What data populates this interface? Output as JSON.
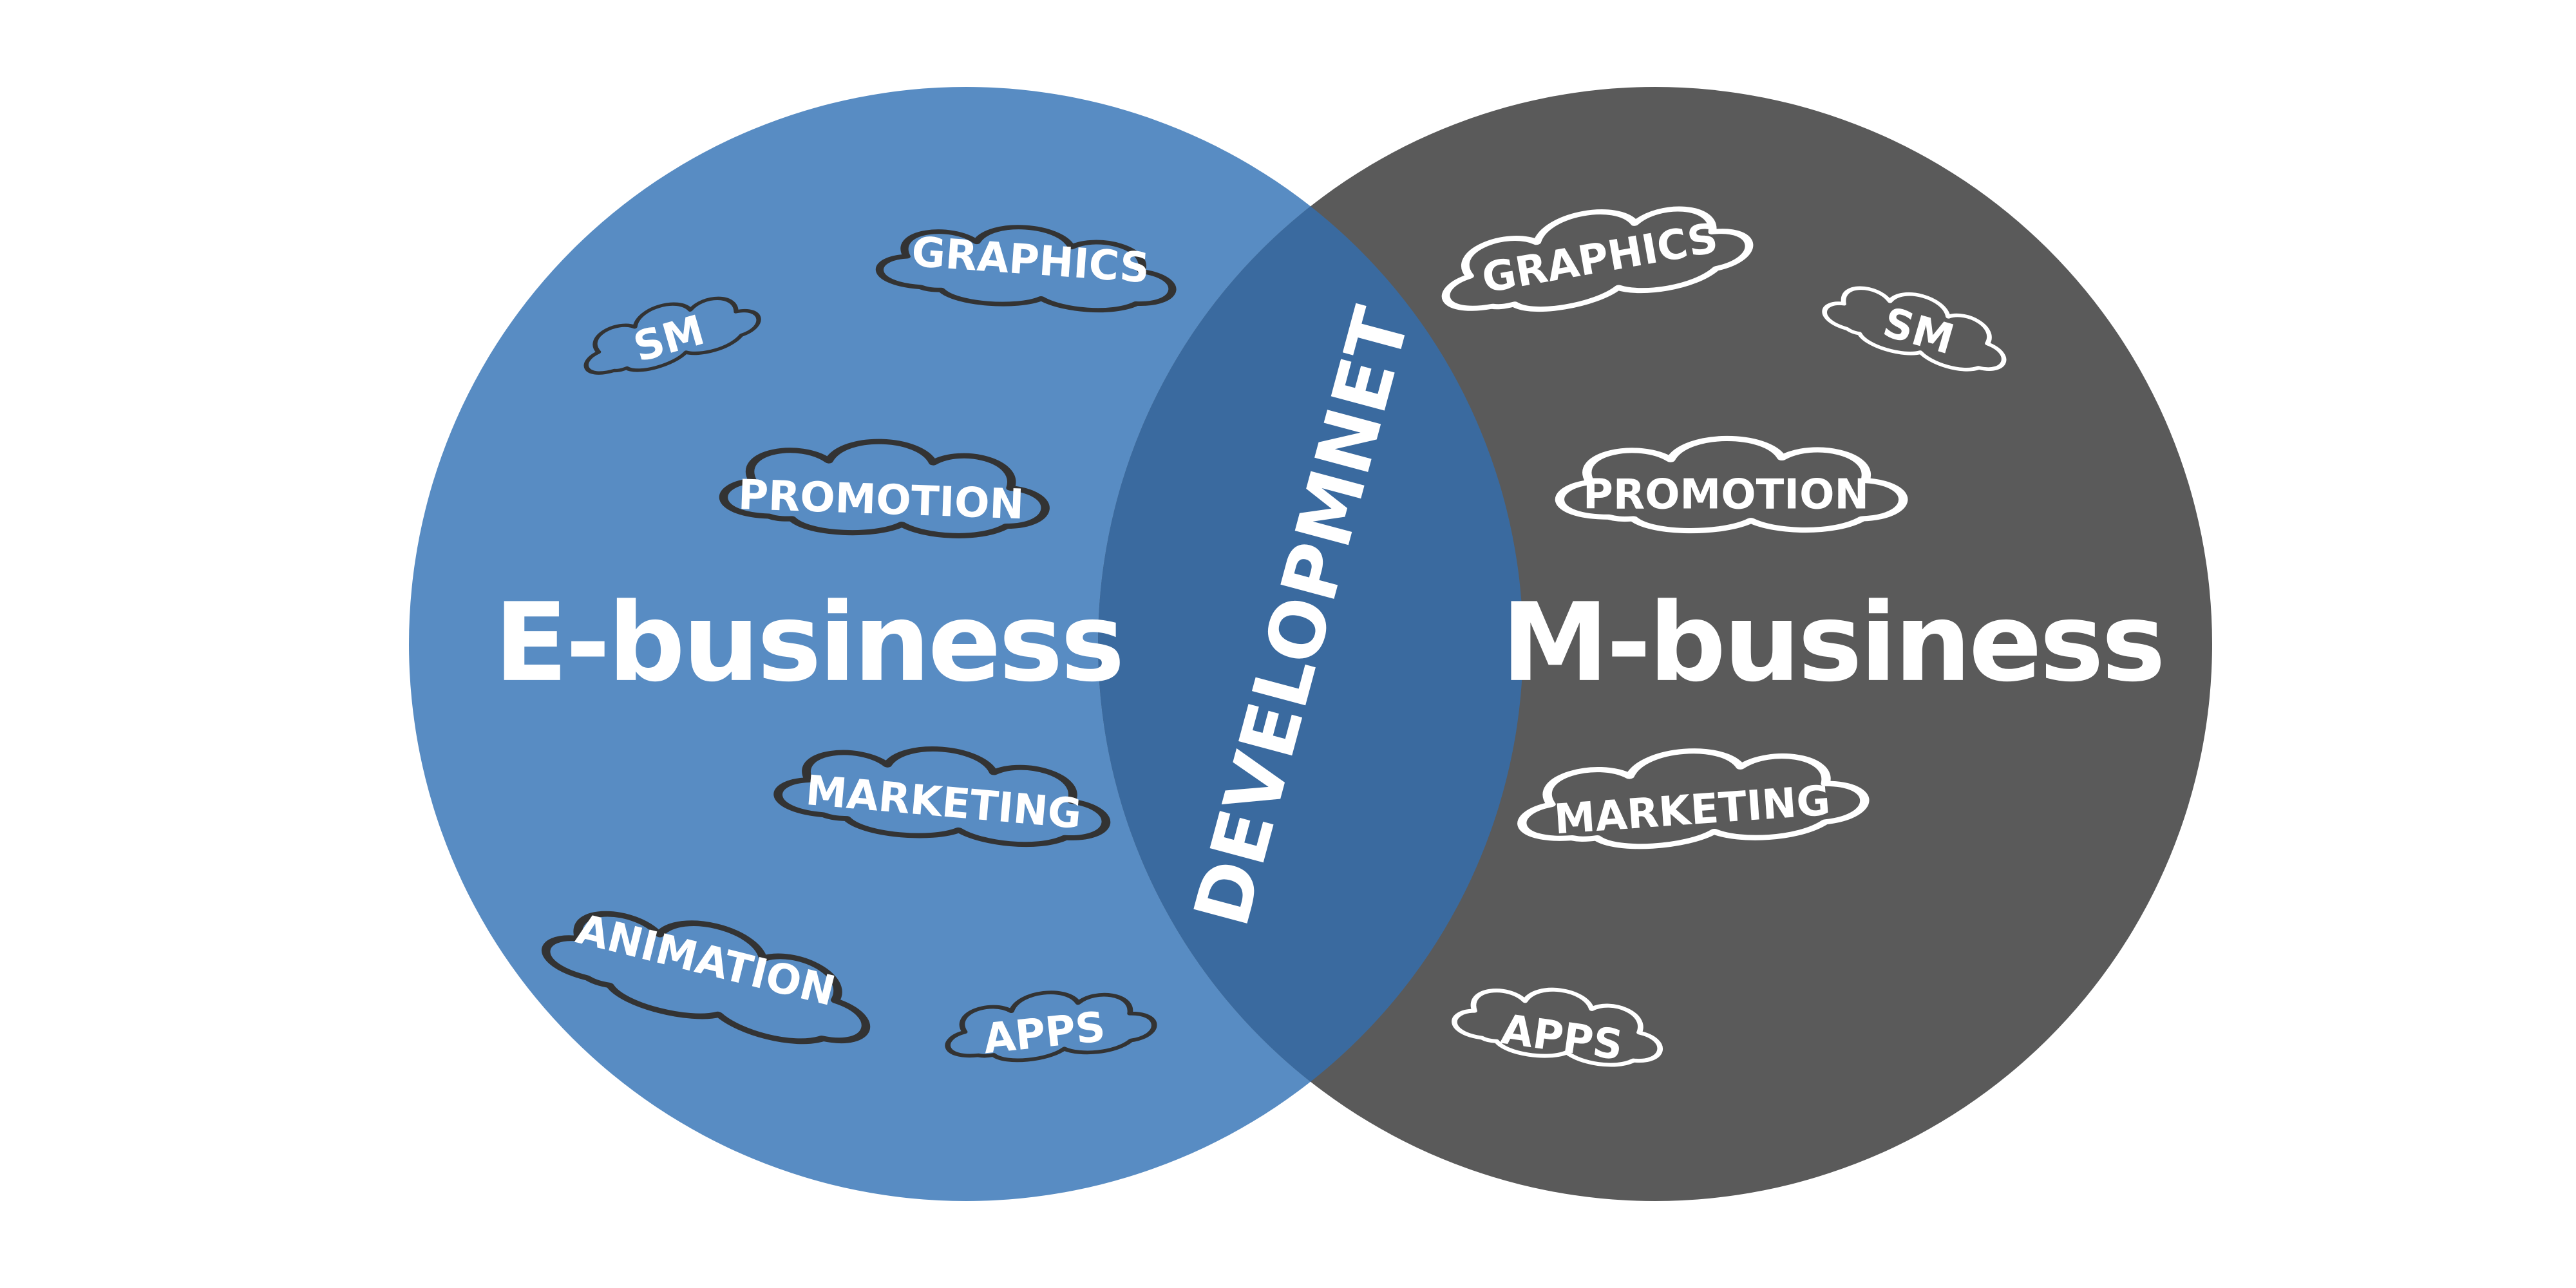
{
  "colors": {
    "left_circle": "#588cc3",
    "right_circle": "#5a5a5a",
    "overlap": "#3a6a9f",
    "left_cloud_stroke": "#333333",
    "right_cloud_stroke": "#ffffff",
    "text": "#ffffff"
  },
  "left_circle": {
    "title": "E-business",
    "clouds": [
      {
        "label": "GRAPHICS"
      },
      {
        "label": "SM"
      },
      {
        "label": "PROMOTION"
      },
      {
        "label": "MARKETING"
      },
      {
        "label": "ANIMATION"
      },
      {
        "label": "APPS"
      }
    ]
  },
  "overlap": {
    "label": "DEVELOPMNET"
  },
  "right_circle": {
    "title": "M-business",
    "clouds": [
      {
        "label": "GRAPHICS"
      },
      {
        "label": "SM"
      },
      {
        "label": "PROMOTION"
      },
      {
        "label": "MARKETING"
      },
      {
        "label": "APPS"
      }
    ]
  }
}
